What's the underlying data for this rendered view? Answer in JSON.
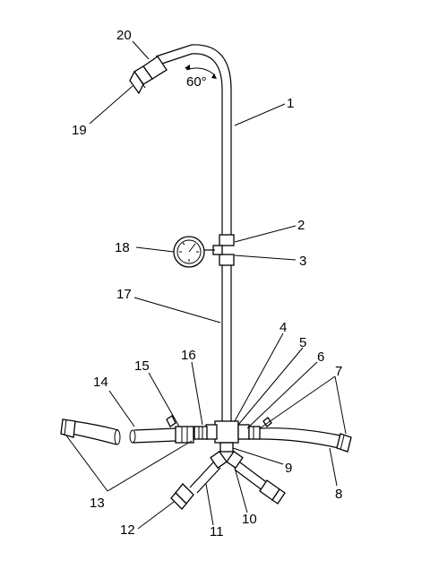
{
  "figure": {
    "angle_label": "60°",
    "callouts": [
      "1",
      "2",
      "3",
      "4",
      "5",
      "6",
      "7",
      "8",
      "9",
      "10",
      "11",
      "12",
      "13",
      "14",
      "15",
      "16",
      "17",
      "18",
      "19",
      "20"
    ]
  }
}
